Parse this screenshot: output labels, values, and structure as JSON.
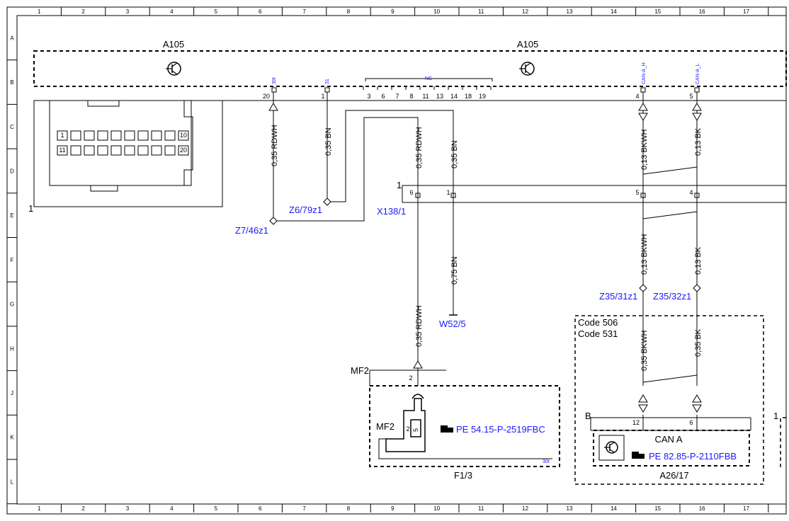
{
  "grid": {
    "columns": [
      "1",
      "2",
      "3",
      "4",
      "5",
      "6",
      "7",
      "8",
      "9",
      "10",
      "11",
      "12",
      "13",
      "14",
      "15",
      "16",
      "17"
    ],
    "rows": [
      "A",
      "B",
      "C",
      "D",
      "E",
      "F",
      "G",
      "H",
      "J",
      "K",
      "L"
    ]
  },
  "components": {
    "a105_left": "A105",
    "a105_right": "A105",
    "connector_pin_first": "1",
    "connector_pin_last": "10",
    "connector_pin_11": "11",
    "connector_pin_20": "20",
    "connector_label": "1",
    "mf2_top": "MF2",
    "mf2_inner": "MF2",
    "f13": "F1/3",
    "a2617": "A26/17",
    "b_label": "B",
    "b_pin": "1",
    "can_a": "CAN A",
    "code_506": "Code 506",
    "code_531": "Code 531",
    "x138_pin_label": "1"
  },
  "pins_a105": {
    "p20": "20",
    "p1": "1",
    "p3": "3",
    "p6": "6",
    "p7": "7",
    "p8": "8",
    "p11": "11",
    "p13": "13",
    "p14": "14",
    "p18": "18",
    "p19": "19",
    "p4": "4",
    "p5": "5"
  },
  "pin_tags": {
    "t30t": "30t",
    "t31": "31",
    "tnc": "NC",
    "tcanh": "CAN-A_H",
    "tcanl": "CAN-A_L",
    "t30t_f13": "30t"
  },
  "x138_pins": {
    "p6": "6",
    "p1": "1",
    "p5": "5",
    "p4": "4"
  },
  "mf2_pin": "2",
  "f13_pins": {
    "p2": "2",
    "p5": "5"
  },
  "a2617_pins": {
    "p12": "12",
    "p6": "6"
  },
  "wires": {
    "w1": "0,35 RDWH",
    "w2": "0,35 BN",
    "w3": "0,35 RDWH",
    "w4": "0,35 BN",
    "w5": "0,13 BKWH",
    "w6": "0,13 BK",
    "w7": "0,75 BN",
    "w8": "0,35 RDWH",
    "w9": "0,13 BKWH",
    "w10": "0,13 BK",
    "w11": "0,35 BKWH",
    "w12": "0,35 BK"
  },
  "refs": {
    "z7": "Z7/46z1",
    "z6": "Z6/79z1",
    "x138": "X138/1",
    "w52": "W52/5",
    "z35_31": "Z35/31z1",
    "z35_32": "Z35/32z1",
    "pe_f13": "PE 54.15-P-2519FBC",
    "pe_a26": "PE 82.85-P-2110FBB"
  },
  "colors": {
    "line": "#000000",
    "reference_text": "#1a1aff"
  }
}
